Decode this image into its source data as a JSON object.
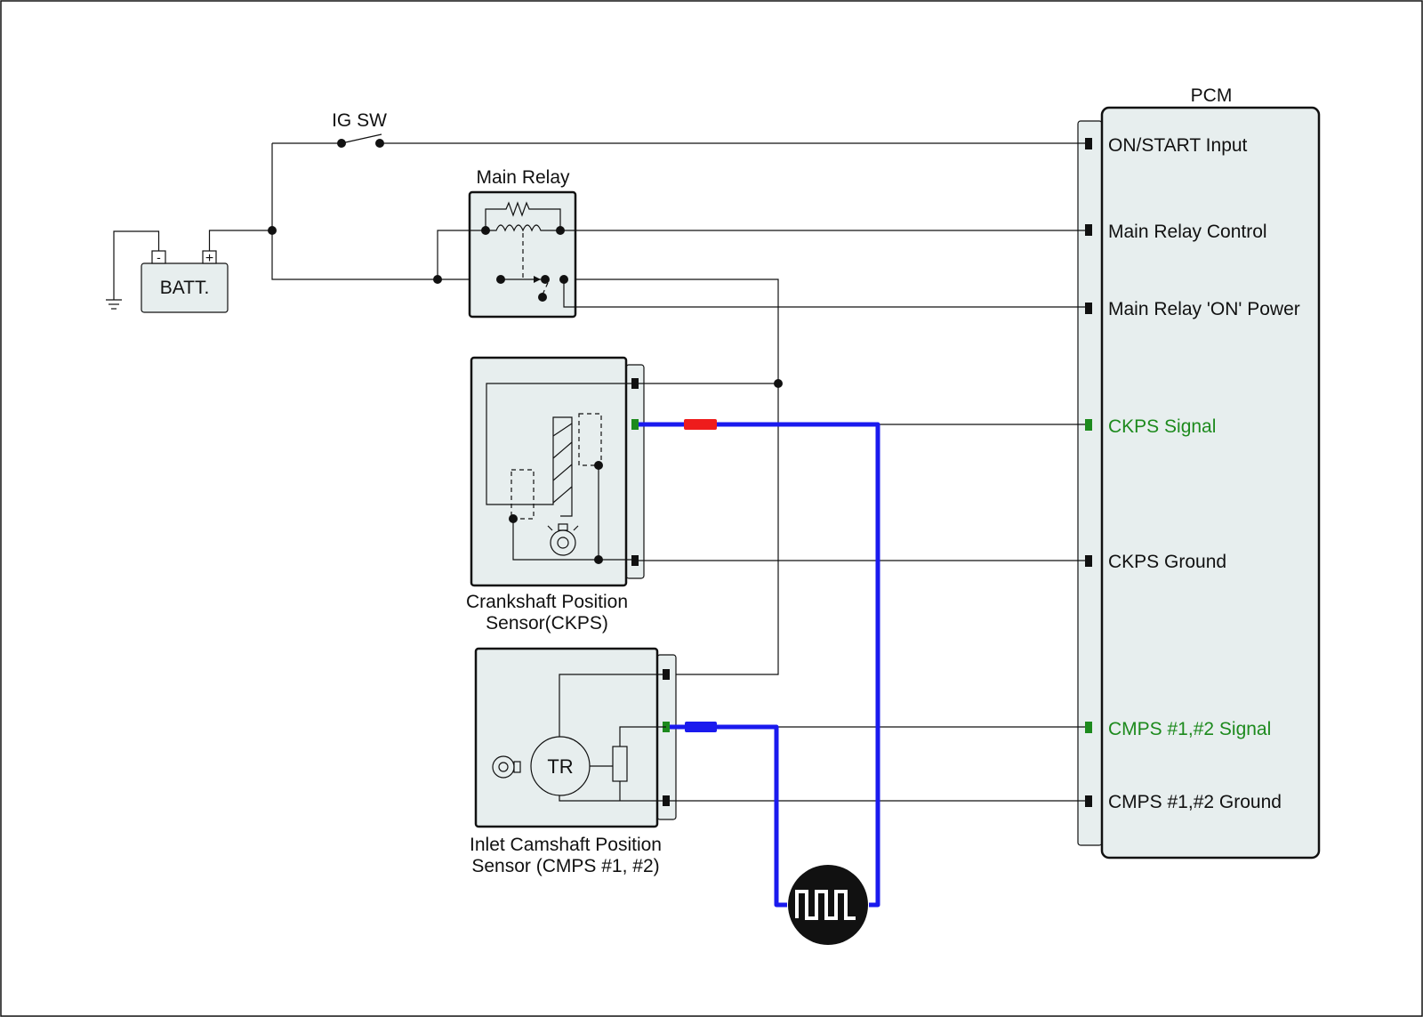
{
  "labels": {
    "pcm": "PCM",
    "ig_sw": "IG SW",
    "main_relay": "Main Relay",
    "battery": "BATT.",
    "batt_minus": "-",
    "batt_plus": "+",
    "ckps_line1": "Crankshaft Position",
    "ckps_line2": "Sensor(CKPS)",
    "cmps_line1": "Inlet Camshaft Position",
    "cmps_line2": "Sensor (CMPS #1, #2)",
    "tr": "TR"
  },
  "pcm_pins": [
    {
      "label": "ON/START Input",
      "highlight": false
    },
    {
      "label": "Main Relay Control",
      "highlight": false
    },
    {
      "label": "Main Relay 'ON' Power",
      "highlight": false
    },
    {
      "label": "CKPS Signal",
      "highlight": true
    },
    {
      "label": "CKPS Ground",
      "highlight": false
    },
    {
      "label": "CMPS #1,#2 Signal",
      "highlight": true
    },
    {
      "label": "CMPS #1,#2 Ground",
      "highlight": false
    }
  ],
  "colors": {
    "highlight_text": "#1d8a1d",
    "signal_wire": "#1a1aee",
    "probe_tip": "#ee1c1c",
    "signal_pin": "#1d8a1d",
    "pin": "#111111",
    "component_fill": "#e7eeee"
  },
  "icons": {
    "oscilloscope": "square-wave-icon",
    "ground": "ground-icon",
    "resistor": "resistor-icon",
    "coil": "coil-icon",
    "target_wheel": "target-wheel-icon"
  }
}
